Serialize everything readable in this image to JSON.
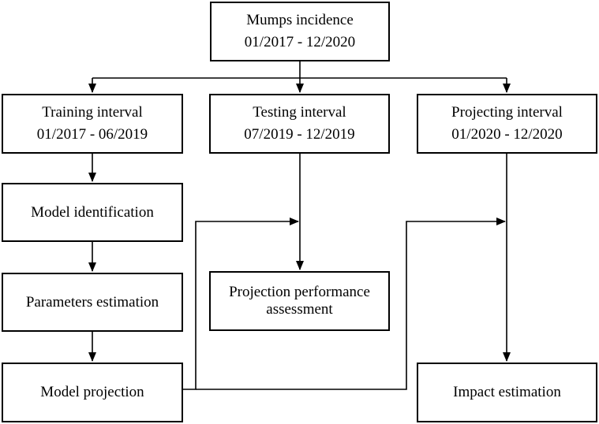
{
  "diagram": {
    "top": {
      "title": "Mumps incidence",
      "dates": "01/2017 - 12/2020"
    },
    "training": {
      "title": "Training interval",
      "dates": "01/2017 - 06/2019"
    },
    "testing": {
      "title": "Testing interval",
      "dates": "07/2019 - 12/2019"
    },
    "projecting": {
      "title": "Projecting interval",
      "dates": "01/2020 - 12/2020"
    },
    "model_identification": "Model identification",
    "parameters_estimation": "Parameters estimation",
    "model_projection": "Model projection",
    "projection_performance": "Projection performance assessment",
    "impact_estimation": "Impact estimation"
  }
}
